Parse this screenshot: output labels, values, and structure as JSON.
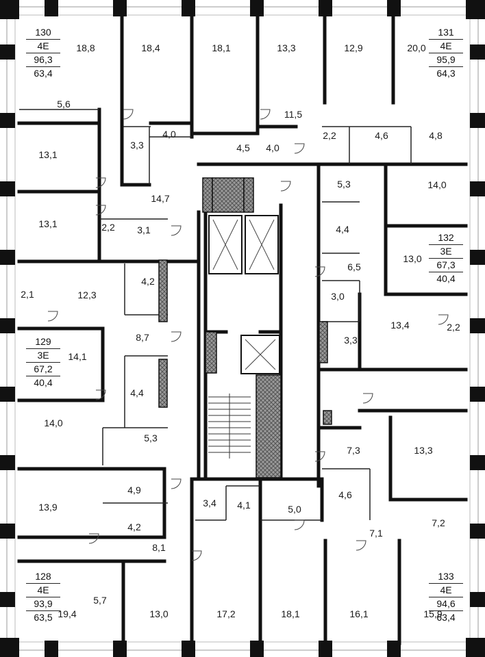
{
  "plan": {
    "apartments": [
      {
        "id": "apt-130",
        "number": "130",
        "rooms": "4E",
        "total_area": "96,3",
        "living_area": "63,4"
      },
      {
        "id": "apt-131",
        "number": "131",
        "rooms": "4E",
        "total_area": "95,9",
        "living_area": "64,3"
      },
      {
        "id": "apt-132",
        "number": "132",
        "rooms": "3E",
        "total_area": "67,3",
        "living_area": "40,4"
      },
      {
        "id": "apt-129",
        "number": "129",
        "rooms": "3E",
        "total_area": "67,2",
        "living_area": "40,4"
      },
      {
        "id": "apt-128",
        "number": "128",
        "rooms": "4E",
        "total_area": "93,9",
        "living_area": "63,5"
      },
      {
        "id": "apt-133",
        "number": "133",
        "rooms": "4E",
        "total_area": "94,6",
        "living_area": "63,4"
      }
    ],
    "room_areas": [
      "18,8",
      "18,4",
      "18,1",
      "13,3",
      "12,9",
      "20,0",
      "5,6",
      "11,5",
      "4,0",
      "4,5",
      "4,0",
      "3,3",
      "2,2",
      "4,6",
      "4,8",
      "13,1",
      "14,7",
      "5,3",
      "14,0",
      "13,1",
      "2,2",
      "3,1",
      "4,4",
      "6,5",
      "13,0",
      "4,2",
      "2,1",
      "12,3",
      "3,0",
      "13,4",
      "2,2",
      "8,7",
      "3,3",
      "14,1",
      "4,4",
      "14,0",
      "5,3",
      "7,3",
      "13,3",
      "4,9",
      "3,4",
      "4,1",
      "5,0",
      "4,6",
      "13,9",
      "4,2",
      "7,1",
      "7,2",
      "8,1",
      "5,7",
      "19,4",
      "13,0",
      "17,2",
      "18,1",
      "16,1",
      "15,9"
    ]
  }
}
